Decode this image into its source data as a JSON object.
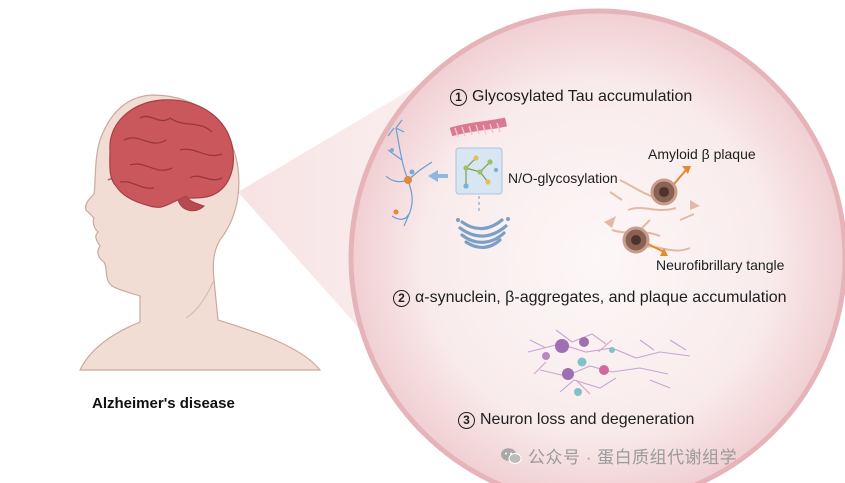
{
  "caption": "Alzheimer's disease",
  "steps": [
    {
      "num": "1",
      "text": "Glycosylated Tau accumulation"
    },
    {
      "num": "2",
      "text": "α-synuclein, β-aggregates, and plaque accumulation"
    },
    {
      "num": "3",
      "text": "Neuron loss and degeneration"
    }
  ],
  "labels": {
    "glycosylation": "N/O-glycosylation",
    "amyloid": "Amyloid β plaque",
    "tangle": "Neurofibrillary tangle"
  },
  "watermark": "公众号 · 蛋白质组代谢组学",
  "colors": {
    "circle_fill": "#f7e3e4",
    "circle_edge": "#e8b7ba",
    "brain": "#c9575c",
    "skin": "#f1ddd6",
    "neuron_purple": "#9f6fb0",
    "neuron_pink": "#d06a9c",
    "neuron_teal": "#7fc3c9",
    "arrow_orange": "#e38a2f"
  },
  "icons": [
    "human-head-icon",
    "brain-icon",
    "neuron-icon",
    "tau-fibril-icon",
    "glycan-tree-icon",
    "golgi-icon",
    "amyloid-plaque-icon",
    "neuron-network-icon",
    "wechat-icon"
  ]
}
